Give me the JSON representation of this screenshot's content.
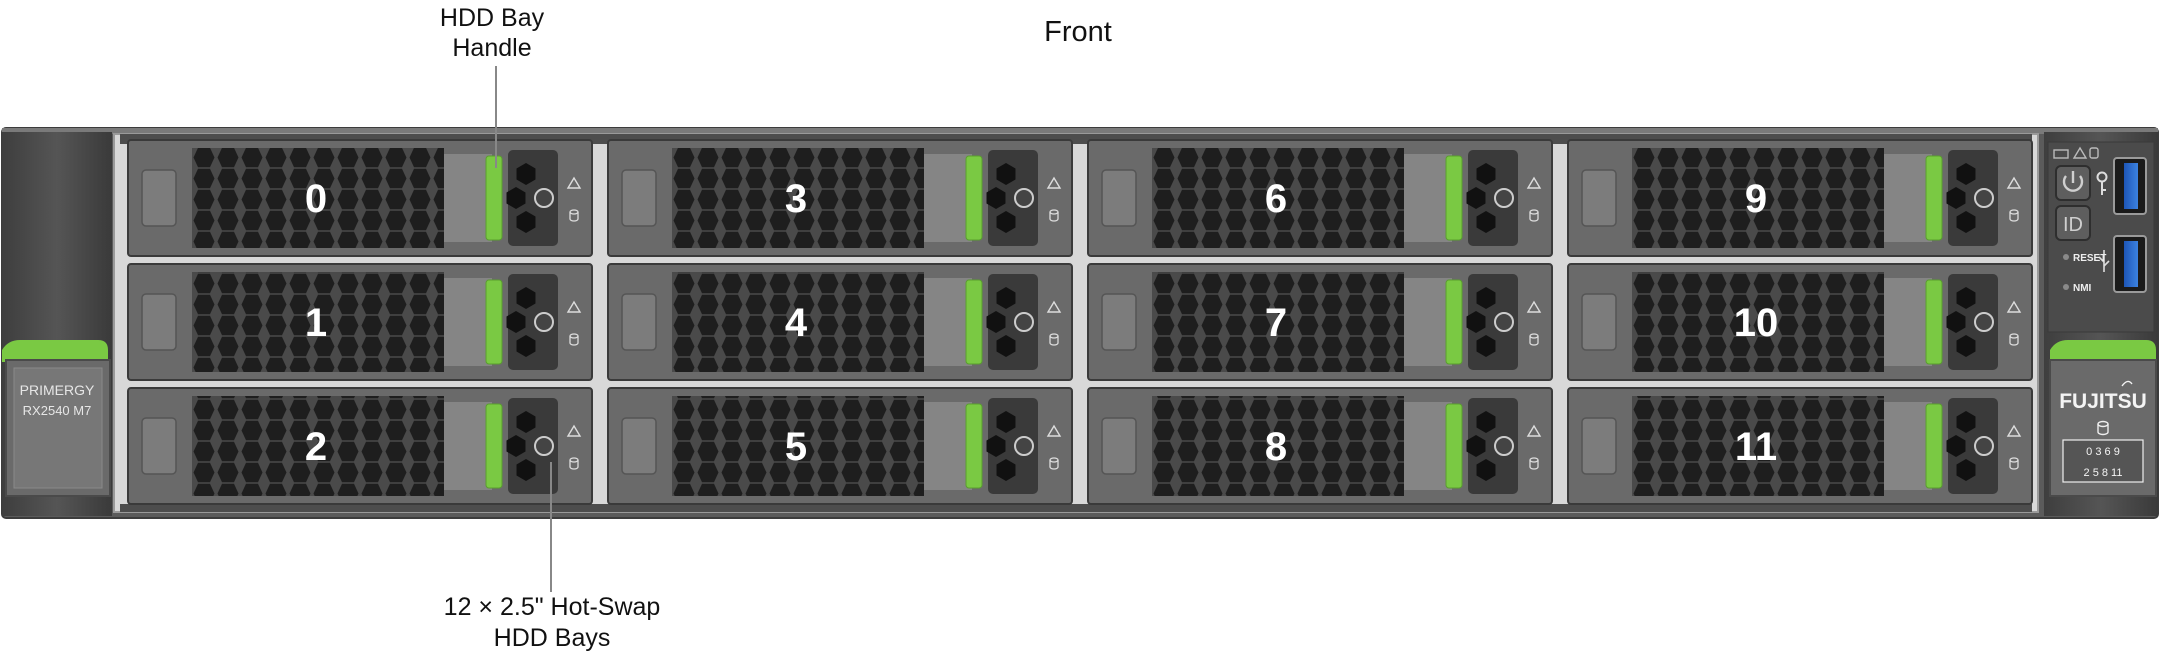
{
  "title": "Front",
  "callouts": {
    "handle": [
      "HDD Bay",
      "Handle"
    ],
    "bays": [
      "12 × 2.5\" Hot-Swap",
      "HDD Bays"
    ]
  },
  "left_ear": {
    "brand": "PRIMERGY",
    "model": "RX2540 M7"
  },
  "right_ear": {
    "brand": "FUJITSU",
    "reset_label": "RESET",
    "nmi_label": "NMI",
    "id_label": "ID",
    "bay_map": [
      [
        "0",
        "3",
        "6",
        "9"
      ],
      [
        "2",
        "5",
        "8",
        "11"
      ]
    ]
  },
  "bays": [
    {
      "col": 0,
      "row": 0,
      "label": "0"
    },
    {
      "col": 0,
      "row": 1,
      "label": "1"
    },
    {
      "col": 0,
      "row": 2,
      "label": "2"
    },
    {
      "col": 1,
      "row": 0,
      "label": "3"
    },
    {
      "col": 1,
      "row": 1,
      "label": "4"
    },
    {
      "col": 1,
      "row": 2,
      "label": "5"
    },
    {
      "col": 2,
      "row": 0,
      "label": "6"
    },
    {
      "col": 2,
      "row": 1,
      "label": "7"
    },
    {
      "col": 2,
      "row": 2,
      "label": "8"
    },
    {
      "col": 3,
      "row": 0,
      "label": "9"
    },
    {
      "col": 3,
      "row": 1,
      "label": "10"
    },
    {
      "col": 3,
      "row": 2,
      "label": "11"
    }
  ],
  "colors": {
    "chassis": "#5a5a5a",
    "bay_frame": "#6e6e6e",
    "handle_green": "#7ac943",
    "grille": "#2b2b2b",
    "label_text": "#111111"
  }
}
